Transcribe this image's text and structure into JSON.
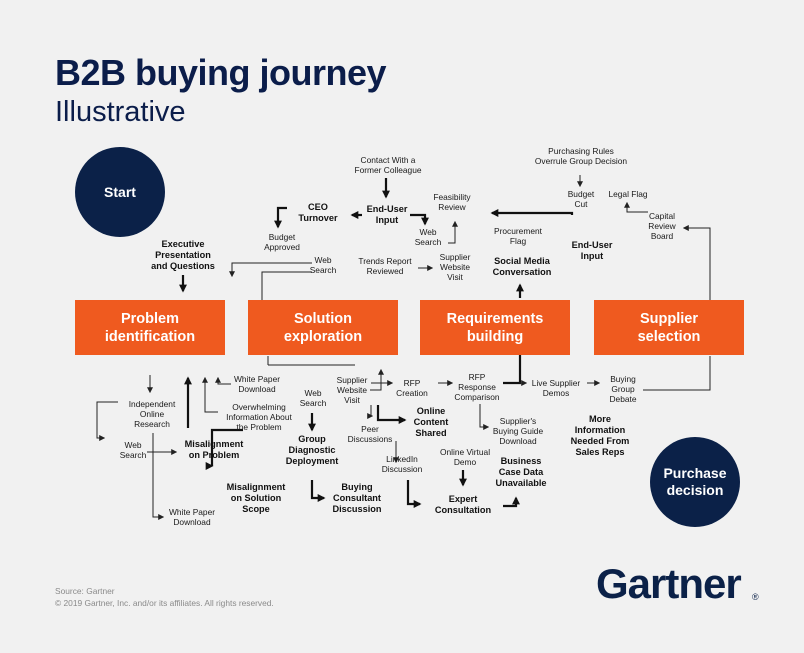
{
  "header": {
    "title": "B2B buying journey",
    "subtitle": "Illustrative"
  },
  "stages": [
    {
      "line1": "Problem",
      "line2": "identification"
    },
    {
      "line1": "Solution",
      "line2": "exploration"
    },
    {
      "line1": "Requirements",
      "line2": "building"
    },
    {
      "line1": "Supplier",
      "line2": "selection"
    }
  ],
  "circles": {
    "start": "Start",
    "end_line1": "Purchase",
    "end_line2": "decision"
  },
  "labels": {
    "contact": [
      "Contact With a",
      "Former Colleague"
    ],
    "ceo": [
      "CEO",
      "Turnover"
    ],
    "end_user_1": [
      "End-User",
      "Input"
    ],
    "feasibility": [
      "Feasibility",
      "Review"
    ],
    "web_search_a": [
      "Web",
      "Search"
    ],
    "budget_approved": [
      "Budget",
      "Approved"
    ],
    "exec": [
      "Executive",
      "Presentation",
      "and Questions"
    ],
    "web_search_b": [
      "Web",
      "Search"
    ],
    "trends": [
      "Trends Report",
      "Reviewed"
    ],
    "supplier_visit_top": [
      "Supplier",
      "Website",
      "Visit"
    ],
    "purchasing_rules": [
      "Purchasing Rules",
      "Overrule Group Decision"
    ],
    "budget_cut": [
      "Budget",
      "Cut"
    ],
    "legal_flag": "Legal Flag",
    "capital_review": [
      "Capital",
      "Review",
      "Board"
    ],
    "procurement_flag": [
      "Procurement",
      "Flag"
    ],
    "end_user_2": [
      "End-User",
      "Input"
    ],
    "social_media": [
      "Social Media",
      "Conversation"
    ],
    "independent": [
      "Independent",
      "Online",
      "Research"
    ],
    "web_search_c": [
      "Web",
      "Search"
    ],
    "white_paper_bottom": [
      "White Paper",
      "Download"
    ],
    "white_paper_mid": [
      "White Paper",
      "Download"
    ],
    "overwhelming": [
      "Overwhelming",
      "Information About",
      "the Problem"
    ],
    "misalign_problem": [
      "Misalignment",
      "on Problem"
    ],
    "misalign_scope": [
      "Misalignment",
      "on Solution",
      "Scope"
    ],
    "web_search_d": [
      "Web",
      "Search"
    ],
    "supplier_visit_mid": [
      "Supplier",
      "Website",
      "Visit"
    ],
    "rfp_creation": [
      "RFP",
      "Creation"
    ],
    "rfp_response": [
      "RFP",
      "Response",
      "Comparison"
    ],
    "live_demos": [
      "Live Supplier",
      "Demos"
    ],
    "buying_debate": [
      "Buying",
      "Group",
      "Debate"
    ],
    "group_diag": [
      "Group",
      "Diagnostic",
      "Deployment"
    ],
    "peer": [
      "Peer",
      "Discussions"
    ],
    "online_content": [
      "Online",
      "Content",
      "Shared"
    ],
    "suppliers_guide": [
      "Supplier's",
      "Buying Guide",
      "Download"
    ],
    "more_info": [
      "More",
      "Information",
      "Needed From",
      "Sales Reps"
    ],
    "linkedin": [
      "LinkedIn",
      "Discussion"
    ],
    "online_demo": [
      "Online Virtual",
      "Demo"
    ],
    "business_case": [
      "Business",
      "Case Data",
      "Unavailable"
    ],
    "buying_consultant": [
      "Buying",
      "Consultant",
      "Discussion"
    ],
    "expert": [
      "Expert",
      "Consultation"
    ]
  },
  "footer": {
    "source": "Source: Gartner",
    "copyright": "© 2019 Gartner, Inc. and/or its affiliates. All rights reserved.",
    "logo": "Gartner",
    "logo_mark": "®"
  },
  "colors": {
    "stage": "#ef5a1f",
    "circle": "#0b2148",
    "title": "#0b1d4a",
    "background": "#f1f1f1"
  }
}
